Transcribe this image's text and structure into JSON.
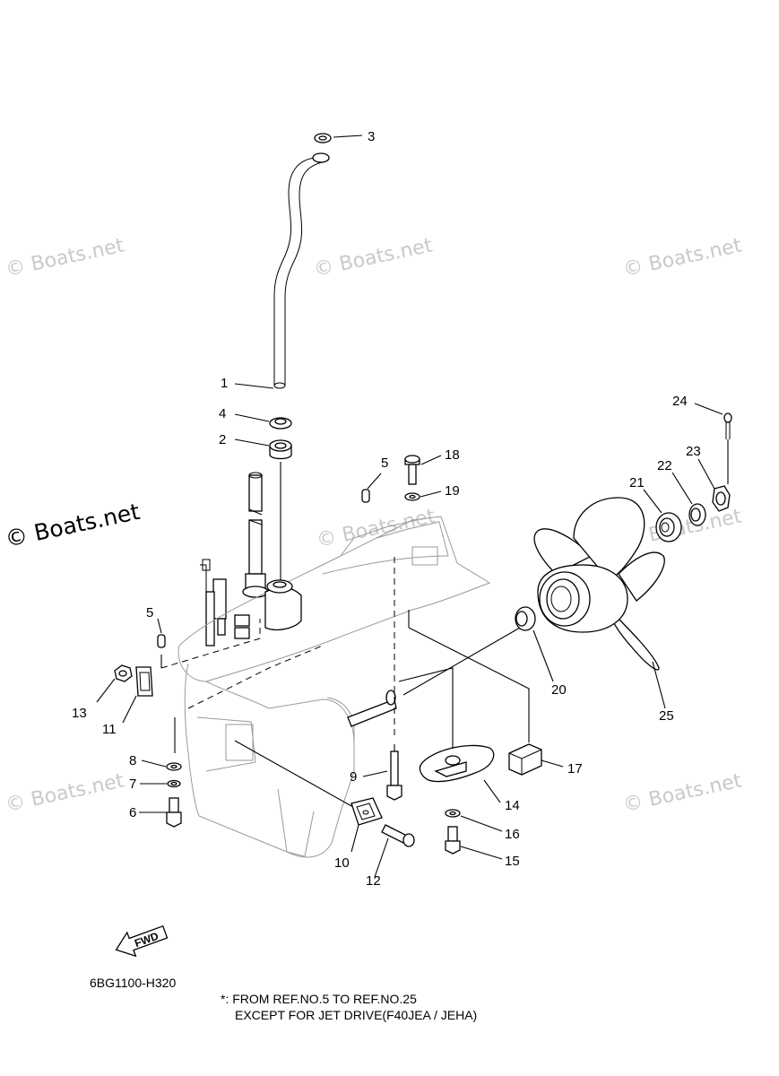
{
  "watermarks": [
    "© Boats.net",
    "© Boats.net",
    "© Boats.net",
    "© Boats.net",
    "© Boats.net",
    "© Boats.net",
    "© Boats.net",
    "© Boats.net"
  ],
  "labels": {
    "p1": "1",
    "p2": "2",
    "p3": "3",
    "p4": "4",
    "p5a": "5",
    "p5b": "5",
    "p6": "6",
    "p7": "7",
    "p8": "8",
    "p9": "9",
    "p10": "10",
    "p11": "11",
    "p12": "12",
    "p13": "13",
    "p14": "14",
    "p15": "15",
    "p16": "16",
    "p17": "17",
    "p18": "18",
    "p19": "19",
    "p20": "20",
    "p21": "21",
    "p22": "22",
    "p23": "23",
    "p24": "24",
    "p25": "25"
  },
  "fwd_arrow": {
    "label": "FWD"
  },
  "diagram_code": "6BG1100-H320",
  "footnote": {
    "line1": "*: FROM REF.NO.5 TO REF.NO.25",
    "line2": "EXCEPT FOR JET DRIVE(F40JEA / JEHA)"
  }
}
